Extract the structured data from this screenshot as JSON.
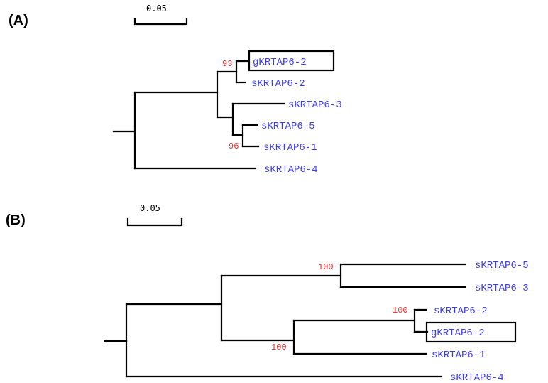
{
  "colors": {
    "leaf": "#3c3cf0",
    "bootstrap": "#e52b2b",
    "branch": "#000000"
  },
  "panel_a": {
    "label": "(A)",
    "scale_label": "0.05",
    "leaves": [
      "gKRTAP6-2",
      "sKRTAP6-2",
      "sKRTAP6-3",
      "sKRTAP6-5",
      "sKRTAP6-1",
      "sKRTAP6-4"
    ],
    "bootstrap": [
      "93",
      "96"
    ],
    "highlighted": "gKRTAP6-2"
  },
  "panel_b": {
    "label": "(B)",
    "scale_label": "0.05",
    "leaves": [
      "sKRTAP6-5",
      "sKRTAP6-3",
      "sKRTAP6-2",
      "gKRTAP6-2",
      "sKRTAP6-1",
      "sKRTAP6-4"
    ],
    "bootstrap": [
      "100",
      "100",
      "100"
    ],
    "highlighted": "gKRTAP6-2"
  }
}
